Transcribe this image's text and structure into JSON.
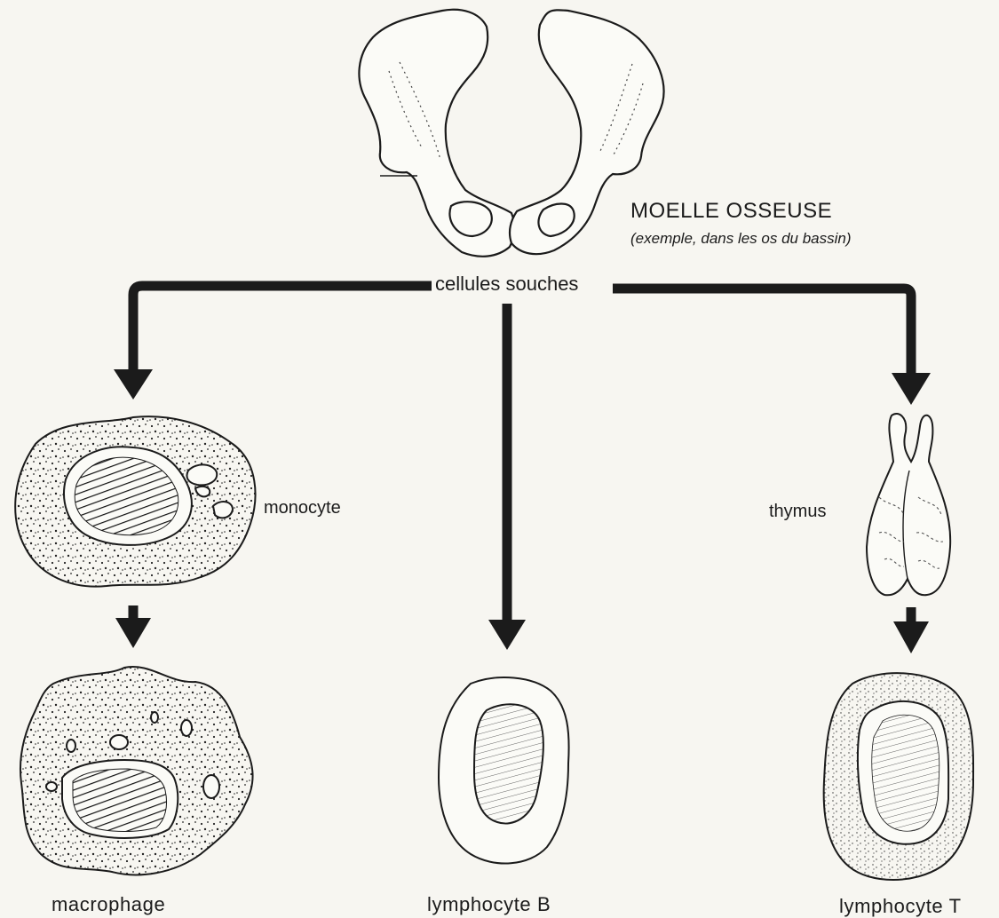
{
  "labels": {
    "bone_marrow": "MOELLE OSSEUSE",
    "bone_marrow_note": "(exemple, dans les os du bassin)",
    "stem_cells": "cellules souches",
    "monocyte": "monocyte",
    "thymus": "thymus",
    "macrophage": "macrophage",
    "lymphocyte_b": "lymphocyte B",
    "lymphocyte_t": "lymphocyte T"
  },
  "colors": {
    "ink": "#1b1b1b",
    "paper": "#f7f6f1"
  }
}
